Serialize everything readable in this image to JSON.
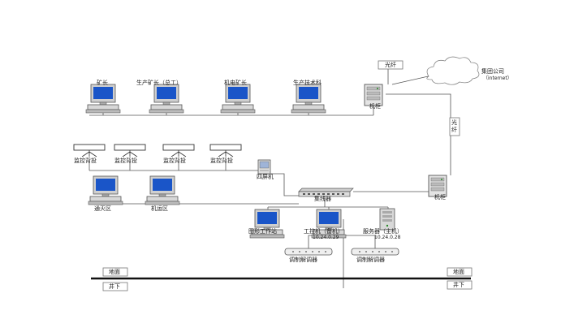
{
  "labels": {
    "fiber_top": "光纤",
    "group": "集团公司",
    "internet": "（internet）",
    "cabinet_top": "机柜",
    "fiber_vertical": "光纤",
    "cabinet_right": "机柜",
    "mine_manager": "矿长",
    "production_manager": "生产矿长（总工）",
    "electromech_manager": "机电矿长",
    "tech_dept": "生产技术科",
    "monitor_screen_1": "监控背投",
    "monitor_screen_2": "监控背投",
    "monitor_screen_3": "监控背投",
    "monitor_screen_4": "监控背投",
    "screen_controller": "四屏机",
    "hub": "集线器",
    "ventilation_zone": "通灭区",
    "transport_zone": "机运区",
    "graphics_ws": "图形工作站",
    "ipc_backup": "工控机（备机）",
    "ipc_ip": "10.24.0.29",
    "server_main": "服务器（主机）",
    "server_ip": "10.24.0.28",
    "modem_1": "调制解调器",
    "modem_2": "调制解调器",
    "ground_left": "地面",
    "underground_left": "井下",
    "ground_right": "地面",
    "underground_right": "井下"
  }
}
